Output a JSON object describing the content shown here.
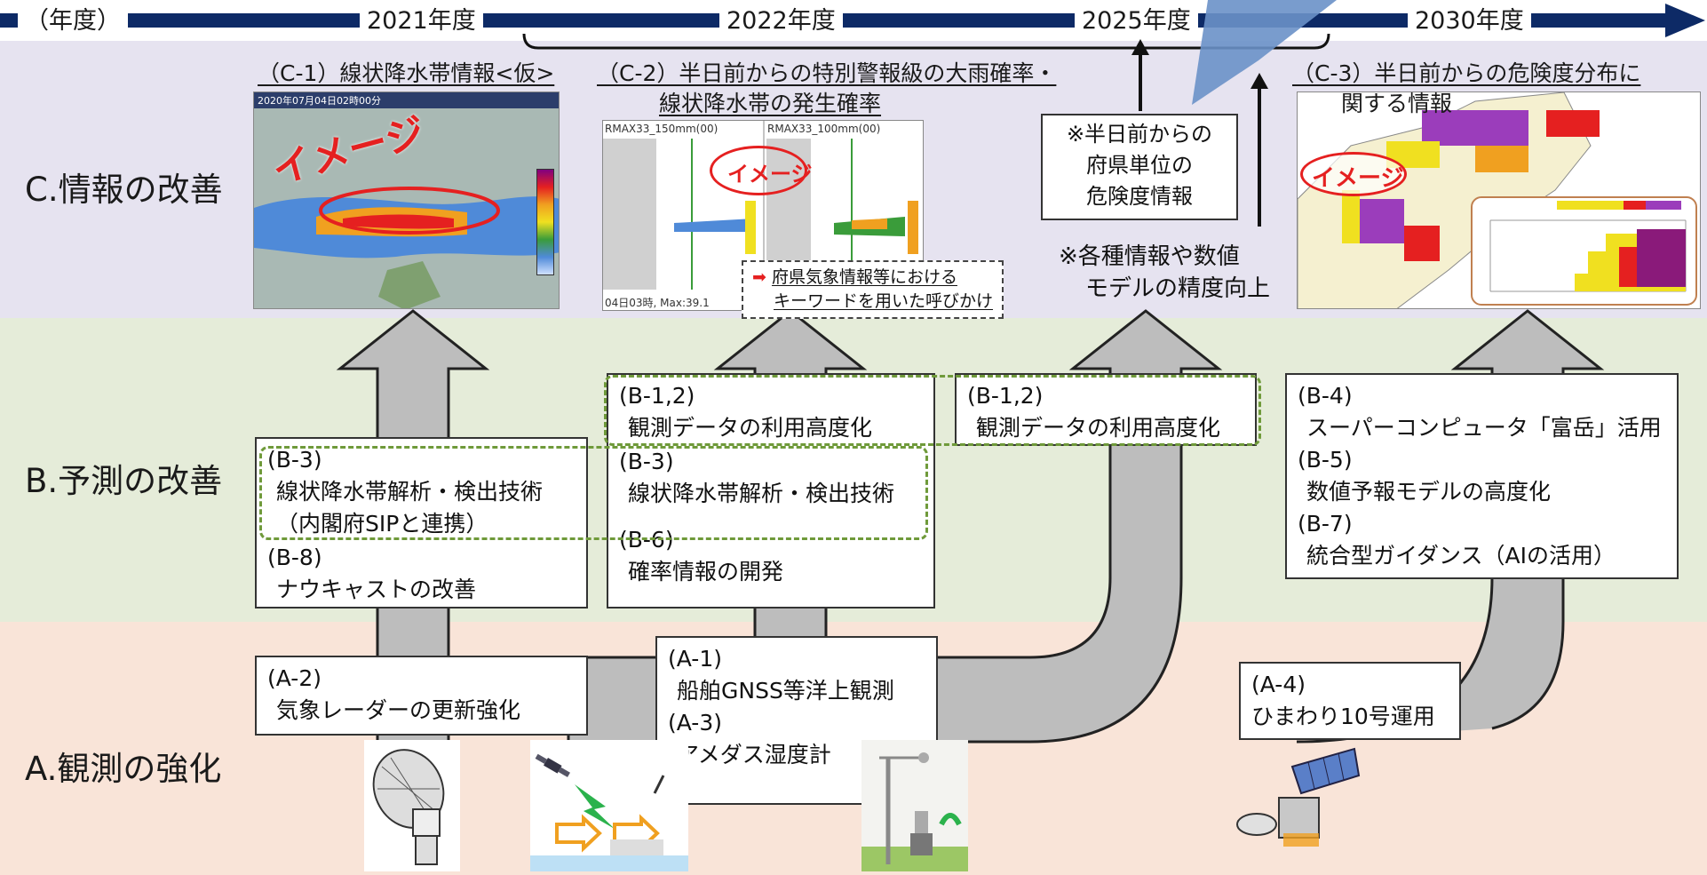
{
  "timeline": {
    "start_label": "（年度）",
    "years": [
      "2021年度",
      "2022年度",
      "2025年度",
      "2030年度"
    ]
  },
  "rows": {
    "c": "C.情報の改善",
    "b": "B.予測の改善",
    "a": "A.観測の強化"
  },
  "c_items": {
    "c1_title": "（C-1）線状降水帯情報<仮>",
    "c1_timestamp": "2020年07月04日02時00分",
    "c1_badge": "イメージ",
    "c2_title_line1": "（C-2）半日前からの特別警報級の大雨確率・",
    "c2_title_line2": "線状降水帯の発生確率",
    "c2_left_label": "RMAX33_150mm(00)",
    "c2_right_label": "RMAX33_100mm(00)",
    "c2_badge": "イメージ",
    "c2_bottom": "04日03時, Max:39.1",
    "c2_tag_line1": "府県気象情報等における",
    "c2_tag_line2": "キーワードを用いた呼びかけ",
    "c3_title_line1": "（C-3）半日前からの危険度分布に",
    "c3_title_line2": "関する情報",
    "c3_badge": "イメージ",
    "note_box_line1": "※半日前からの",
    "note_box_line2": "府県単位の",
    "note_box_line3": "危険度情報",
    "note2_line1": "※各種情報や数値",
    "note2_line2": "モデルの精度向上"
  },
  "b_items": {
    "b3_left_code": "(B-3)",
    "b3_left_line1": "線状降水帯解析・検出技術",
    "b3_left_line2": "（内閣府SIPと連携）",
    "b8_code": "(B-8)",
    "b8_text": "ナウキャストの改善",
    "b12_mid_code": "(B-1,2)",
    "b12_mid_text": "観測データの利用高度化",
    "b3_mid_code": "(B-3)",
    "b3_mid_text": "線状降水帯解析・検出技術",
    "b6_code": "(B-6)",
    "b6_text": "確率情報の開発",
    "b12_right_code": "(B-1,2)",
    "b12_right_text": "観測データの利用高度化",
    "b4_code": "(B-4)",
    "b4_text": "スーパーコンピュータ「富岳」活用",
    "b5_code": "(B-5)",
    "b5_text": "数値予報モデルの高度化",
    "b7_code": "(B-7)",
    "b7_text": "統合型ガイダンス（AIの活用）"
  },
  "a_items": {
    "a2_code": "(A-2)",
    "a2_text": "気象レーダーの更新強化",
    "a1_code": "(A-1)",
    "a1_text": "船舶GNSS等洋上観測",
    "a3_code": "(A-3)",
    "a3_text": "アメダス湿度計",
    "a4_code": "(A-4)",
    "a4_text": "ひまわり10号運用"
  },
  "colors": {
    "band_c": "#e6e3f0",
    "band_b": "#e5ecd9",
    "band_a": "#f9e4d8",
    "timeline": "#0d2a66",
    "arrow_fill": "#bdbdbd",
    "dash_green": "#6f9a3a",
    "badge_red": "#e52020"
  }
}
